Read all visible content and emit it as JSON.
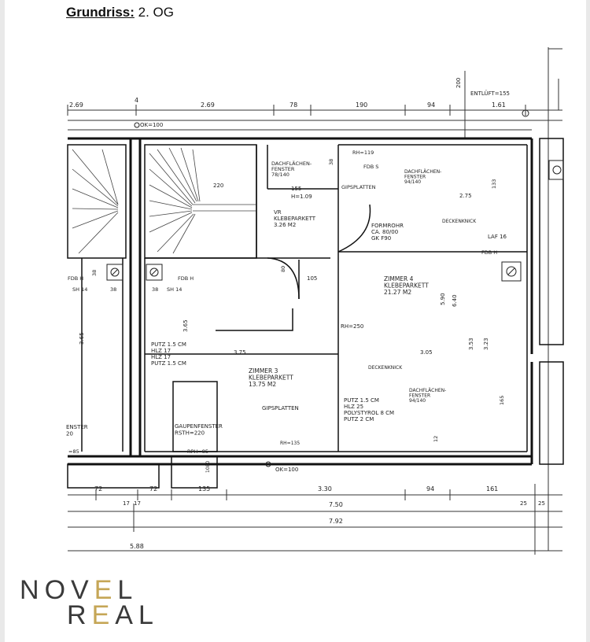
{
  "header": {
    "label": "Grundriss:",
    "floor": "2. OG"
  },
  "logo": {
    "line1": [
      "N",
      "O",
      "V",
      "E",
      "L"
    ],
    "line2": [
      "R",
      "E",
      "A",
      "L"
    ],
    "accent_color": "#c5a656"
  },
  "top_dims": [
    "2.69",
    "4",
    "2.69",
    "78",
    "190",
    "94",
    "1.61"
  ],
  "labels": {
    "ok_top": "OK=100",
    "ok_bottom": "OK=100",
    "entluft": "ENTLÜFT=155",
    "dim_200": "200",
    "wc_dach": "DACHFLÄCHEN-\nFENSTER\n78/140",
    "wc_155": "155",
    "wc_109": "H=1.09",
    "rh_119": "RH=119",
    "fdb_s": "FDB S",
    "dach_94": "DACHFLÄCHEN-\nFENSTER\n94/140",
    "gips_top": "GIPSPLATTEN",
    "vr": "VR\nKLEBEPARKETT\n3.26 M2",
    "formrohr": "FORMROHR\nCA. 80/00\nGK F90",
    "deckenknick_1": "DECKENKNICK",
    "deckenknick_2": "DECKENKNICK",
    "laf": "LAF 16",
    "fdb_h_right": "FDB H",
    "fdb_h_left": "FDB H",
    "fdb_h_mid": "FDB H",
    "sh_14_left": "SH 14",
    "sh_14_mid": "SH 14",
    "n38a": "38",
    "n38b": "38",
    "n38c": "38",
    "n38d": "38",
    "d80": "80",
    "d105": "105",
    "d220": "220",
    "d275": "2.75",
    "d133": "133",
    "zimmer4": "ZIMMER 4\nKLEBEPARKETT\n21.27 M2",
    "d590": "5.90",
    "d640": "6.40",
    "d353": "3.53",
    "d323": "3.23",
    "rh_250": "RH=250",
    "zimmer3": "ZIMMER 3\nKLEBEPARKETT\n13.75 M2",
    "putz_left": "PUTZ 1.5 CM\nHLZ 17\nHLZ 17\nPUTZ 1.5 CM",
    "d365_a": "3.65",
    "d365_b": "3.65",
    "d375": "3.75",
    "d305": "3.05",
    "gips_mid": "GIPSPLATTEN",
    "putz_right": "PUTZ 1.5 CM\nHLZ 25\nPOLYSTYROL 8 CM\nPUTZ 2 CM",
    "dach_right": "DACHFLÄCHEN-\nFENSTER\n94/140",
    "d165": "165",
    "gaupen": "GAUPENFENSTER\nRSTH=220",
    "rph": "RPH=85",
    "rph_left": "=85",
    "fenster_left": "ENSTER\n20",
    "rh135": "RH=135",
    "d12": "12",
    "bottom_row1": [
      "72",
      "72",
      "135",
      "3.30",
      "94",
      "161"
    ],
    "bottom_row2": [
      "17",
      "17",
      "25",
      "25"
    ],
    "d750": "7.50",
    "d792": "7.92",
    "d588": "5.88",
    "d1080": "1080"
  }
}
